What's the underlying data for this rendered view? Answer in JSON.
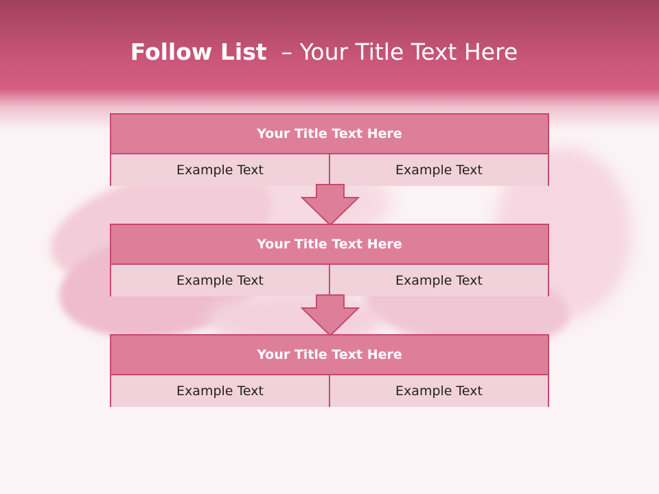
{
  "title": {
    "strong": "Follow List",
    "rest": "  – Your Title Text Here"
  },
  "blocks": [
    {
      "title": "Your Title Text Here",
      "left": "Example Text",
      "right": "Example Text"
    },
    {
      "title": "Your Title Text Here",
      "left": "Example Text",
      "right": "Example Text"
    },
    {
      "title": "Your Title Text Here",
      "left": "Example Text",
      "right": "Example Text"
    }
  ],
  "colors": {
    "header": "#d65e84",
    "block_title_fill": "#de7f9a",
    "cell_fill": "#f1d2da",
    "border": "#c8486e"
  }
}
